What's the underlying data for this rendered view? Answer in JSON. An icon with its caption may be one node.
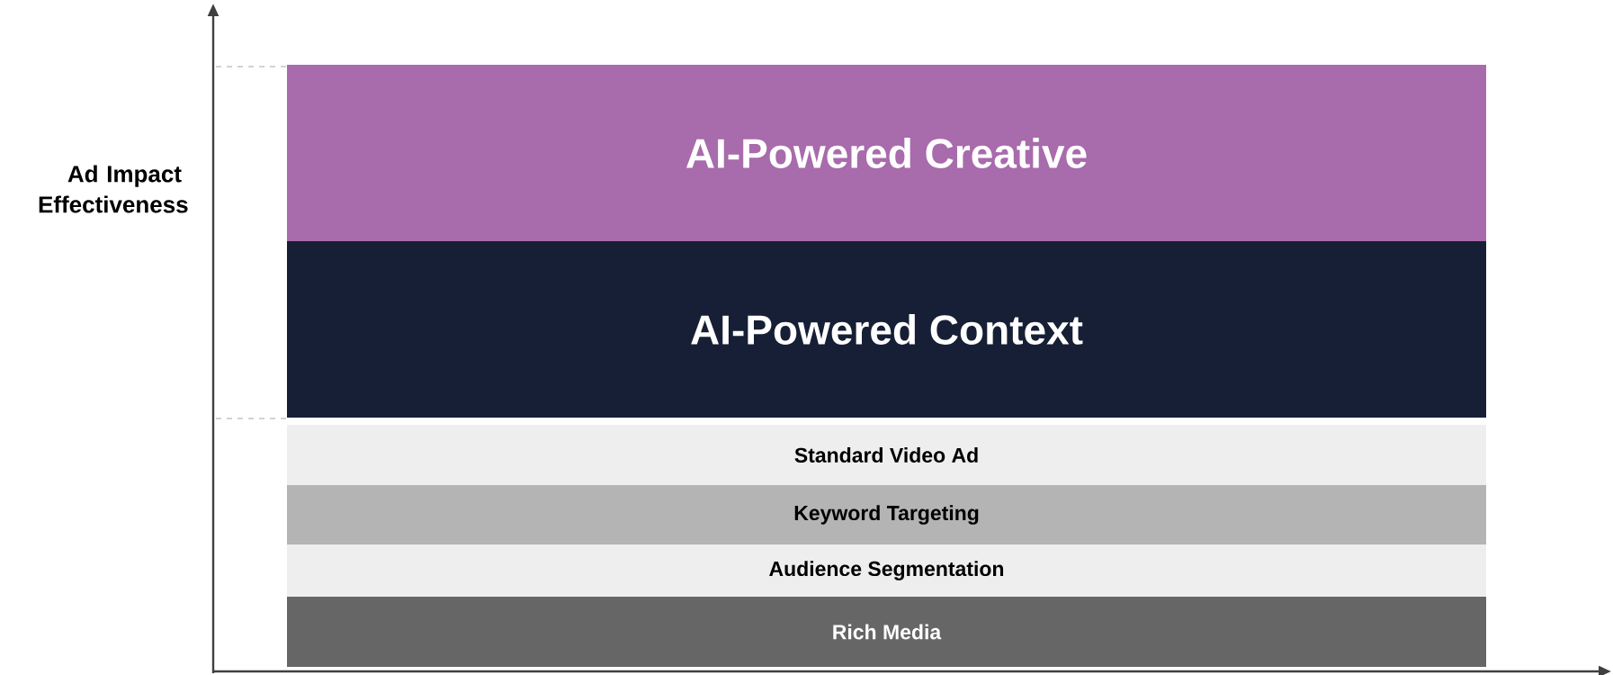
{
  "diagram": {
    "nodes": [
      {
        "text": [
          "AI-Powered Creative"
        ]
      },
      {
        "text": [
          "AI-Powered Context"
        ]
      },
      {
        "text": [
          "Standard Video Ad"
        ]
      },
      {
        "text": [
          "Keyword Targeting"
        ]
      },
      {
        "text": [
          "Audience Segmentation"
        ]
      },
      {
        "text": [
          "Rich Media"
        ]
      }
    ],
    "labels": [
      "Ad Impact Effectiveness"
    ]
  }
}
